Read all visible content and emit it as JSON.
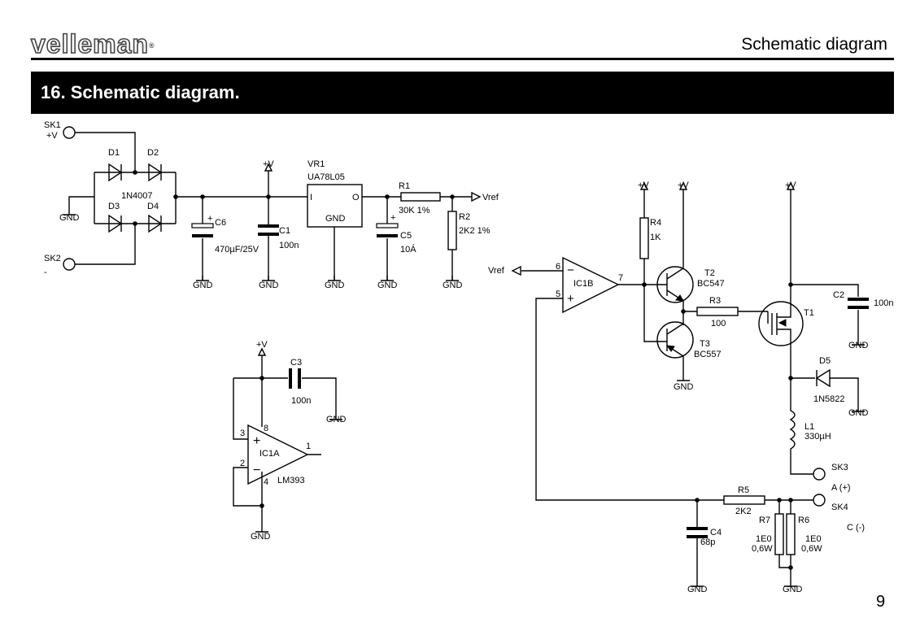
{
  "header": {
    "brand": "velleman",
    "brand_mark": "®",
    "section_title": "Schematic diagram"
  },
  "banner": {
    "title": "16. Schematic diagram."
  },
  "page": {
    "number": "9"
  },
  "labels": {
    "sk1": "SK1",
    "sk1_pol": "+V",
    "sk2": "SK2",
    "sk2_pol": "-",
    "d1": "D1",
    "d2": "D2",
    "d3": "D3",
    "d4": "D4",
    "bridge_part": "1N4007",
    "gnd": "GND",
    "vplus": "+V",
    "c6": "C6",
    "c6_val": "470µF/25V",
    "c1": "C1",
    "c1_val": "100n",
    "vr1": "VR1",
    "vr1_part": "UA78L05",
    "vr1_in": "I",
    "vr1_out": "O",
    "vr1_gnd": "GND",
    "c5": "C5",
    "c5_val": "10Á",
    "r1": "R1",
    "r1_val": "30K 1%",
    "r2": "R2",
    "r2_val": "2K2 1%",
    "vref": "Vref",
    "c3": "C3",
    "c3_val": "100n",
    "ic1a": "IC1A",
    "lm393": "LM393",
    "pin1": "1",
    "pin2": "2",
    "pin3": "3",
    "pin4": "4",
    "pin5": "5",
    "pin6": "6",
    "pin7": "7",
    "pin8": "8",
    "ic1b": "IC1B",
    "r4": "R4",
    "r4_val": "1K",
    "t2": "T2",
    "t2_part": "BC547",
    "t3": "T3",
    "t3_part": "BC557",
    "r3": "R3",
    "r3_val": "100",
    "t1": "T1",
    "c2": "C2",
    "c2_val": "100n",
    "d5": "D5",
    "d5_part": "1N5822",
    "l1": "L1",
    "l1_val": "330µH",
    "sk3": "SK3",
    "sk3_pol": "A (+)",
    "sk4": "SK4",
    "sk4_pol": "C (-)",
    "r5": "R5",
    "r5_val": "2K2",
    "c4": "C4",
    "c4_val": "68p",
    "r7": "R7",
    "r7_val": "1E0",
    "r7_pow": "0,6W",
    "r6": "R6",
    "r6_val": "1E0",
    "r6_pow": "0,6W",
    "op_minus": "−",
    "op_plus": "+"
  }
}
